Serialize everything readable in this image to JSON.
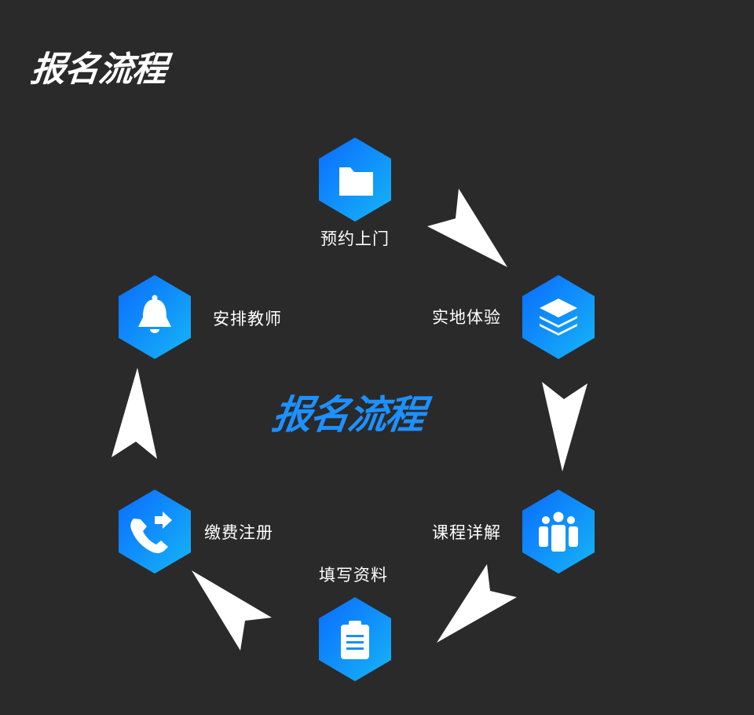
{
  "header": {
    "title": "报名流程"
  },
  "diagram": {
    "center_title": "报名流程",
    "gradient": {
      "from": "#0a6cff",
      "to": "#16b5f6"
    },
    "steps": [
      {
        "label": "预约上门",
        "icon": "folder-icon"
      },
      {
        "label": "实地体验",
        "icon": "layers-icon"
      },
      {
        "label": "课程详解",
        "icon": "users-icon"
      },
      {
        "label": "填写资料",
        "icon": "clipboard-icon"
      },
      {
        "label": "缴费注册",
        "icon": "phone-forward-icon"
      },
      {
        "label": "安排教师",
        "icon": "bell-icon"
      }
    ]
  }
}
